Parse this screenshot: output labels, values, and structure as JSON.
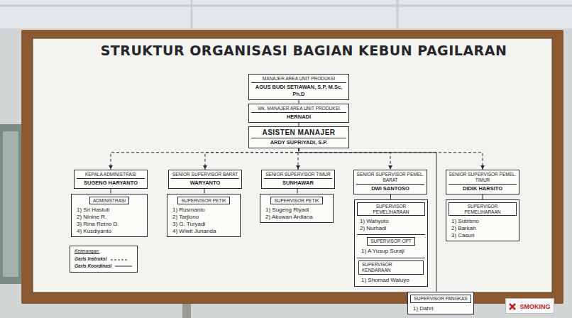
{
  "diagram": {
    "title": "STRUKTUR ORGANISASI BAGIAN KEBUN PAGILARAN",
    "nodes": [
      {
        "text": [
          "MANAJER AREA UNIT PRODUKSI",
          "AGUS BUDI SETIAWAN, S.P, M.Sc, Ph.D"
        ]
      },
      {
        "text": [
          "Wk. MANAJER AREA UNIT PRODUKSI",
          "HERNADI"
        ]
      },
      {
        "text": [
          "ASISTEN MANAJER",
          "ARDY SUPRIYADI, S.P."
        ]
      },
      {
        "text": [
          "KEPALA ADMINISTRASI",
          "SUGENG HARYANTO"
        ]
      },
      {
        "text": [
          "SENIOR SUPERVISOR BARAT",
          "WARYANTO"
        ]
      },
      {
        "text": [
          "SENIOR SUPERVISOR TIMUR",
          "SUNHAWAR"
        ]
      },
      {
        "text": [
          "SENIOR SUPERVISOR PEMEL. BARAT",
          "DWI SANTOSO"
        ]
      },
      {
        "text": [
          "SENIOR SUPERVISOR PEMEL. TIMUR",
          "DIDIK HARSITO"
        ]
      },
      {
        "text": [
          "ADMINISTRASI",
          "1) Sri Hastuti",
          "2) Ninine R.",
          "3) Rina Retno D.",
          "4) Kusdiyanto"
        ]
      },
      {
        "text": [
          "SUPERVISOR PETIK",
          "1) Rusmanto",
          "2) Tarjiono",
          "3) G. Turyadi",
          "4) Wiwit Junanda"
        ]
      },
      {
        "text": [
          "SUPERVISOR PETIK",
          "1) Sugeng Riyadi",
          "2) Akowan Ardiana"
        ]
      },
      {
        "text": [
          "SUPERVISOR PEMELIHARAAN",
          "1) Wahyoto",
          "2) Nurhadi"
        ]
      },
      {
        "text": [
          "SUPERVISOR OPT",
          "1) A Yusup Suraji"
        ],
        "in": 11
      },
      {
        "text": [
          "SUPERVISOR KENDARAAN",
          "1) Shomad Waluyo"
        ],
        "in": 11
      },
      {
        "text": [
          "SUPERVISOR PEMELIHARAAN",
          "1) Sutrisno",
          "2) Barkah",
          "3) Casuri"
        ]
      },
      {
        "text": [
          "SUPERVISOR PANGKAS",
          "1) Dahri"
        ]
      }
    ],
    "edges": [
      {
        "from": 0,
        "to": 1,
        "arrow": "none"
      },
      {
        "from": 1,
        "to": 2,
        "arrow": "none"
      },
      {
        "from": 2,
        "to": 3,
        "arrow": "to"
      },
      {
        "from": 2,
        "to": 4,
        "arrow": "to"
      },
      {
        "from": 2,
        "to": 5,
        "arrow": "to"
      },
      {
        "from": 2,
        "to": 6,
        "arrow": "to"
      },
      {
        "from": 2,
        "to": 7,
        "arrow": "to"
      },
      {
        "from": 2,
        "to": 15,
        "arrow": "none"
      },
      {
        "from": 3,
        "to": 8,
        "arrow": "none"
      },
      {
        "from": 4,
        "to": 9,
        "arrow": "none"
      },
      {
        "from": 5,
        "to": 10,
        "arrow": "none"
      },
      {
        "from": 6,
        "to": 11,
        "arrow": "none"
      },
      {
        "from": 7,
        "to": 14,
        "arrow": "none"
      }
    ],
    "labels": [
      "Keterangan:",
      "SMOKING"
    ],
    "legend": [
      {
        "text": "Garis Instruksi"
      },
      {
        "text": "Garis Koordinasi"
      }
    ]
  }
}
